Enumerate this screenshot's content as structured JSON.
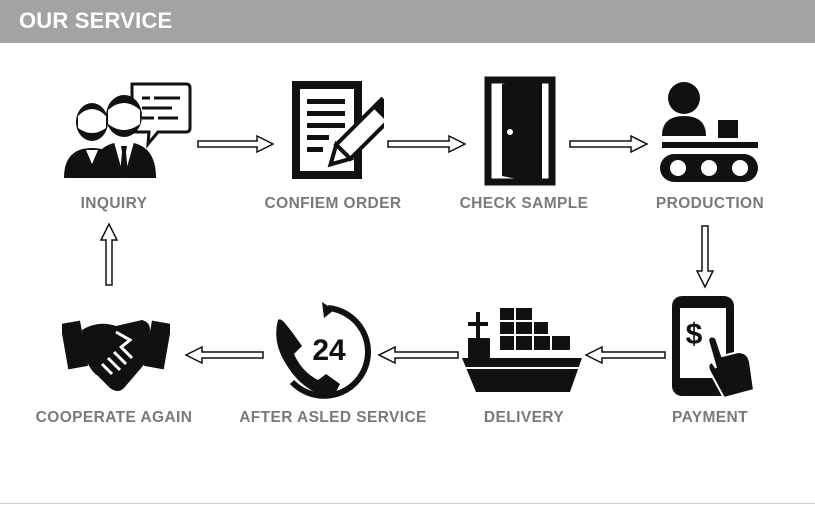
{
  "header": {
    "title": "OUR SERVICE"
  },
  "steps": {
    "inquiry": "INQUIRY",
    "confirm_order": "CONFIEM ORDER",
    "check_sample": "CHECK SAMPLE",
    "production": "PRODUCTION",
    "payment": "PAYMENT",
    "delivery": "DELIVERY",
    "after_sales": "AFTER ASLED SERVICE",
    "cooperate": "COOPERATE AGAIN"
  },
  "icons": {
    "inquiry": "people-chat-icon",
    "confirm_order": "document-pen-icon",
    "check_sample": "door-icon",
    "production": "conveyor-worker-icon",
    "payment": "phone-dollar-icon",
    "delivery": "cargo-ship-icon",
    "after_sales": "phone-24-icon",
    "cooperate": "handshake-icon"
  },
  "badge_24": "24",
  "dollar_sign": "$",
  "colors": {
    "header_bg": "#a3a3a3",
    "label": "#7a7a7a",
    "icon": "#111111"
  }
}
